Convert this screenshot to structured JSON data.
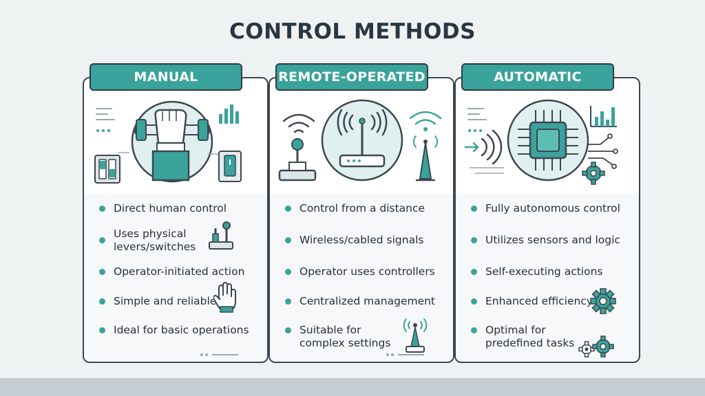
{
  "title": "CONTROL METHODS",
  "colors": {
    "accent": "#3aa39b",
    "outline": "#3c4650",
    "background": "#eef2f3"
  },
  "columns": [
    {
      "heading": "MANUAL",
      "illustration_icons": [
        "hand-lever-icon",
        "switch-panel-icon",
        "toggle-switch-icon",
        "bar-chart-icon"
      ],
      "items": [
        {
          "text": "Direct human control"
        },
        {
          "text": "Uses physical levers/switches",
          "icon": "levers-icon"
        },
        {
          "text": "Operator-initiated action"
        },
        {
          "text": "Simple and reliable",
          "icon": "hand-icon"
        },
        {
          "text": "Ideal for basic operations"
        }
      ]
    },
    {
      "heading": "REMOTE-OPERATED",
      "illustration_icons": [
        "router-icon",
        "joystick-icon",
        "wifi-icon",
        "antenna-icon"
      ],
      "items": [
        {
          "text": "Control from a distance"
        },
        {
          "text": "Wireless/cabled signals"
        },
        {
          "text": "Operator uses controllers"
        },
        {
          "text": "Centralized management"
        },
        {
          "text": "Suitable for complex settings",
          "icon": "antenna-icon"
        }
      ]
    },
    {
      "heading": "AUTOMATIC",
      "illustration_icons": [
        "chip-icon",
        "signal-waves-icon",
        "bar-chart-icon",
        "gear-icon"
      ],
      "items": [
        {
          "text": "Fully autonomous control"
        },
        {
          "text": "Utilizes sensors and logic"
        },
        {
          "text": "Self-executing actions"
        },
        {
          "text": "Enhanced efficiency",
          "icon": "gear-icon"
        },
        {
          "text": "Optimal for predefined tasks",
          "icon": "gears-icon"
        }
      ]
    }
  ]
}
